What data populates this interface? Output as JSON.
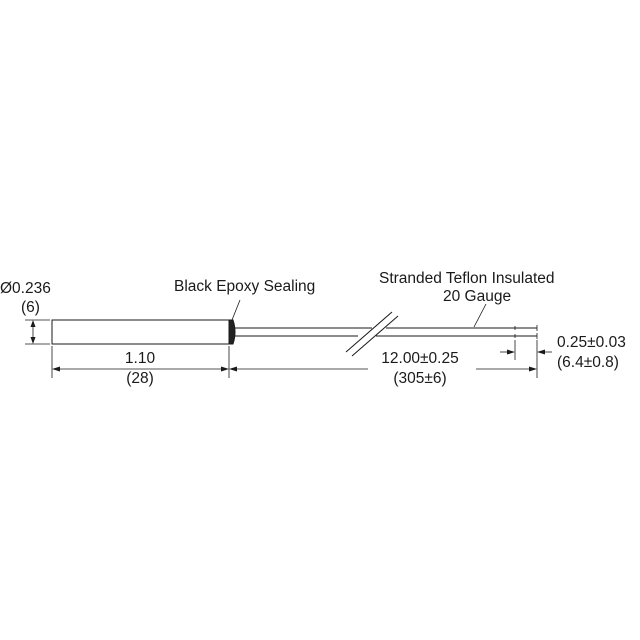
{
  "labels": {
    "diameter_in": "Ø0.236",
    "diameter_mm": "(6)",
    "epoxy": "Black Epoxy Sealing",
    "wire_line1": "Stranded Teflon Insulated",
    "wire_line2": "20 Gauge",
    "body_length_in": "1.10",
    "body_length_mm": "(28)",
    "lead_length_in": "12.00±0.25",
    "lead_length_mm": "(305±6)",
    "strip_length_in": "0.25±0.03",
    "strip_length_mm": "(6.4±0.8)"
  },
  "colors": {
    "line": "#1a1a1a",
    "epoxy": "#222222",
    "background": "#ffffff"
  }
}
